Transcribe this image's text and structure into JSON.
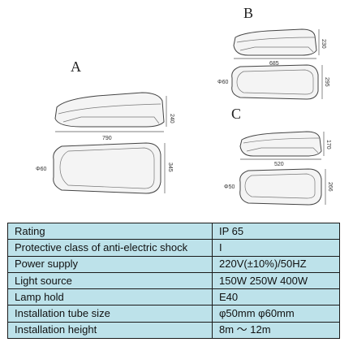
{
  "labels": {
    "a": "A",
    "b": "B",
    "c": "C"
  },
  "dimensions": {
    "a_height": "240",
    "a_length": "790",
    "a_tube": "Φ60",
    "a_width": "345",
    "b_height": "230",
    "b_length": "685",
    "b_tube": "Φ60",
    "b_width": "295",
    "c_height": "170",
    "c_length": "520",
    "c_tube": "Φ50",
    "c_width": "266"
  },
  "specs": [
    {
      "label": "Rating",
      "value": "IP  65"
    },
    {
      "label": "Protective class of anti-electric shock",
      "value": "I"
    },
    {
      "label": "Power supply",
      "value": "220V(±10%)/50HZ"
    },
    {
      "label": "Light source",
      "value": "150W  250W  400W"
    },
    {
      "label": "Lamp hold",
      "value": "E40"
    },
    {
      "label": "Installation tube size",
      "value": "φ50mm     φ60mm"
    },
    {
      "label": "Installation height",
      "value": "8m ～ 12m"
    }
  ]
}
